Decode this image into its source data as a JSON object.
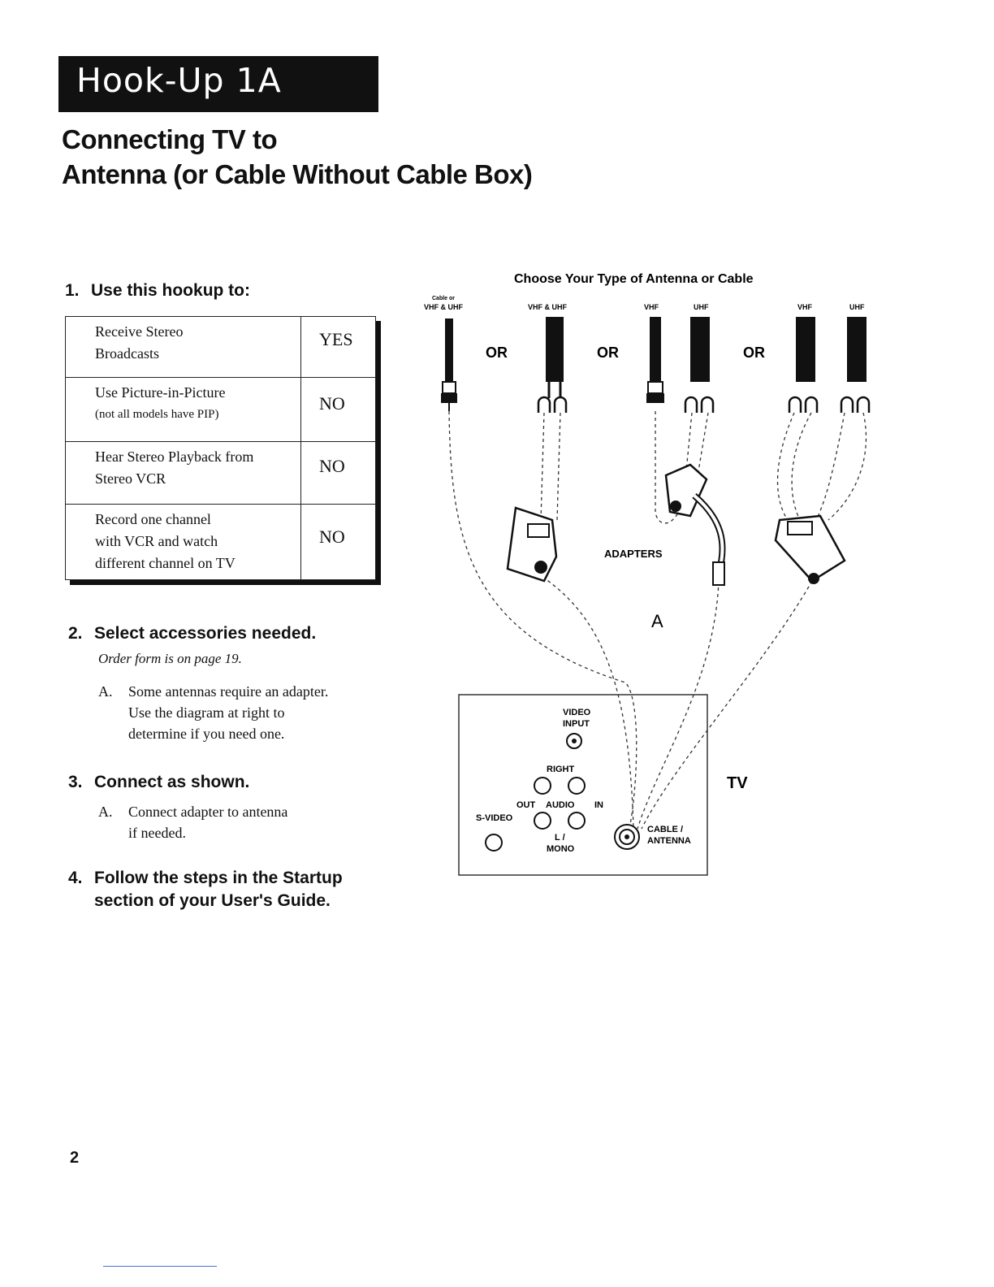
{
  "banner": "Hook-Up 1A",
  "title_line1": "Connecting TV to",
  "title_line2": "Antenna (or Cable Without Cable Box)",
  "step1": {
    "num": "1.",
    "heading": "Use this hookup to:",
    "rows": [
      {
        "line1": "Receive Stereo",
        "line2": "Broadcasts",
        "line3": "",
        "answer": "YES"
      },
      {
        "line1": "Use Picture-in-Picture",
        "line2": "(not all models have PIP)",
        "line3": "",
        "answer": "NO"
      },
      {
        "line1": "Hear  Stereo Playback from",
        "line2": "Stereo VCR",
        "line3": "",
        "answer": "NO"
      },
      {
        "line1": "Record one channel",
        "line2": "with VCR and watch",
        "line3": "different channel on TV",
        "answer": "NO"
      }
    ]
  },
  "step2": {
    "num": "2.",
    "heading": "Select accessories needed.",
    "note": "Order form is on page 19.",
    "items": [
      {
        "label": "A.",
        "lines": [
          "Some antennas require an adapter.",
          "Use the diagram at right to",
          "determine if you need one."
        ]
      }
    ]
  },
  "step3": {
    "num": "3.",
    "heading": "Connect as shown.",
    "items": [
      {
        "label": "A.",
        "lines": [
          "Connect adapter to antenna",
          "if  needed."
        ]
      }
    ]
  },
  "step4": {
    "num": "4.",
    "heading_line1": "Follow the steps in the Startup",
    "heading_line2": "section of your User's Guide."
  },
  "diagram": {
    "title": "Choose Your Type of Antenna or Cable",
    "cable_top": "Cable or",
    "cable_bottom": "VHF & UHF",
    "label_vhf_uhf": "VHF & UHF",
    "label_vhf": "VHF",
    "label_uhf": "UHF",
    "or": "OR",
    "adapters": "ADAPTERS",
    "adapter_letter": "A",
    "tv_label": "TV",
    "panel": {
      "video": "VIDEO",
      "input": "INPUT",
      "right": "RIGHT",
      "out": "OUT",
      "audio": "AUDIO",
      "in": "IN",
      "svideo": "S-VIDEO",
      "l": "L /",
      "mono": "MONO",
      "cable": "CABLE /",
      "antenna": "ANTENNA"
    }
  },
  "page_number": "2"
}
